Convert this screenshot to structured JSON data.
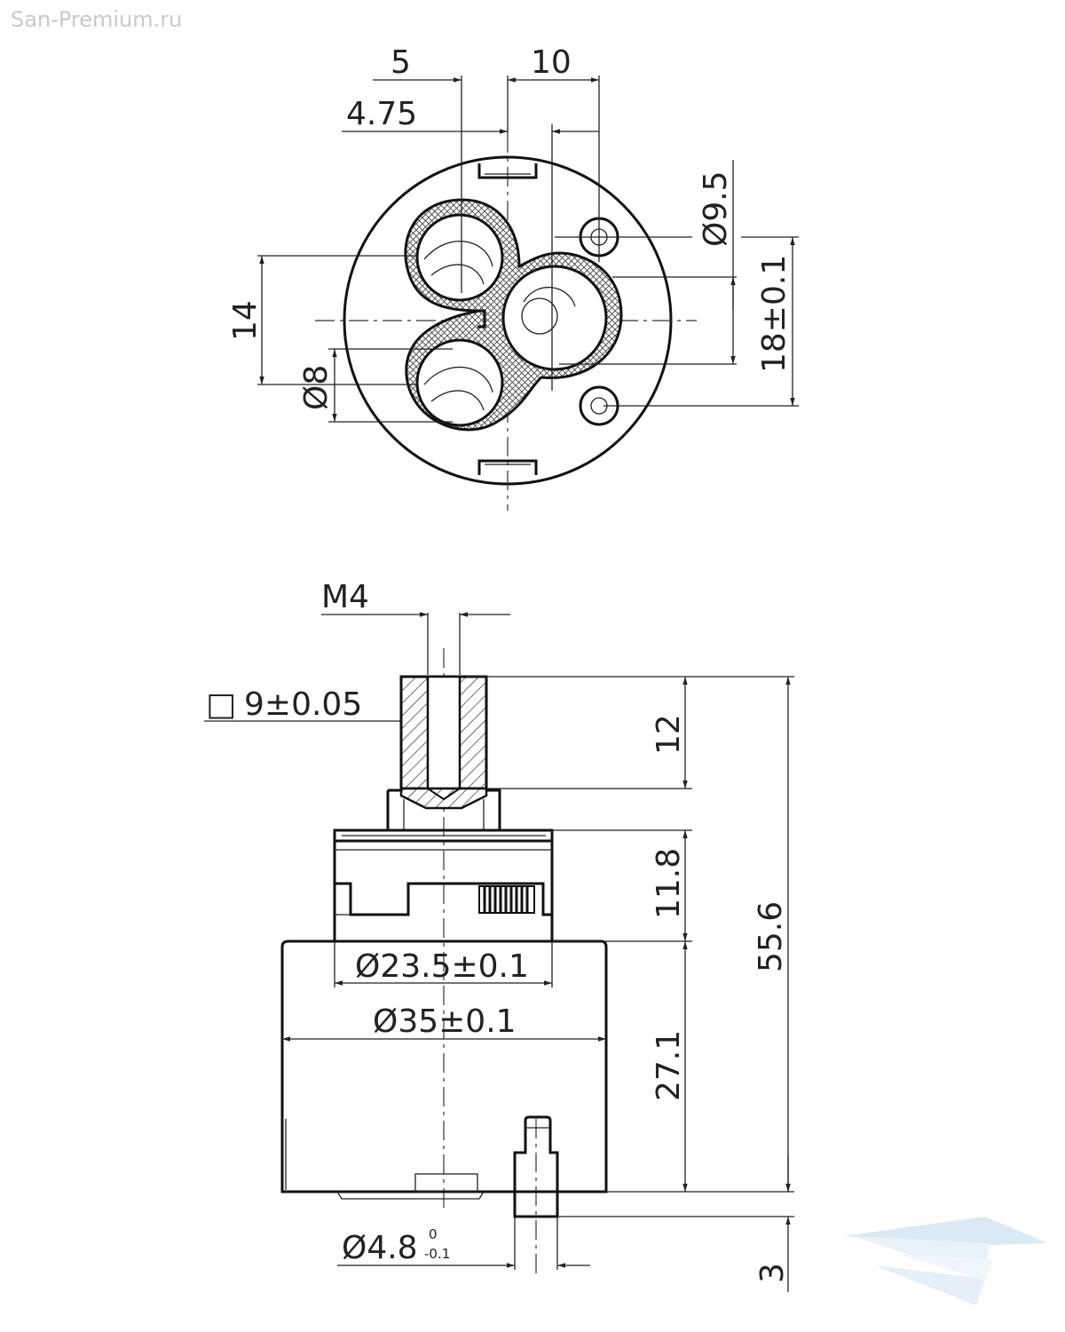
{
  "watermark": {
    "text": "San-Premium.ru"
  },
  "top_view": {
    "dims": {
      "d5": "5",
      "d10": "10",
      "d475": "4.75",
      "dia95": "Ø9.5",
      "d14": "14",
      "dia8": "Ø8",
      "d18": "18±0.1"
    }
  },
  "side_view": {
    "dims": {
      "m4": "M4",
      "square_symbol": "□",
      "square": "9±0.05",
      "d12": "12",
      "d118": "11.8",
      "d556": "55.6",
      "dia235": "Ø23.5±0.1",
      "dia35": "Ø35±0.1",
      "d271": "27.1",
      "dia48": "Ø4.8",
      "tol_upper": "0",
      "tol_lower": "-0.1",
      "d3": "3"
    }
  },
  "colors": {
    "line": "#111111",
    "logo": "#bcd8ec"
  }
}
